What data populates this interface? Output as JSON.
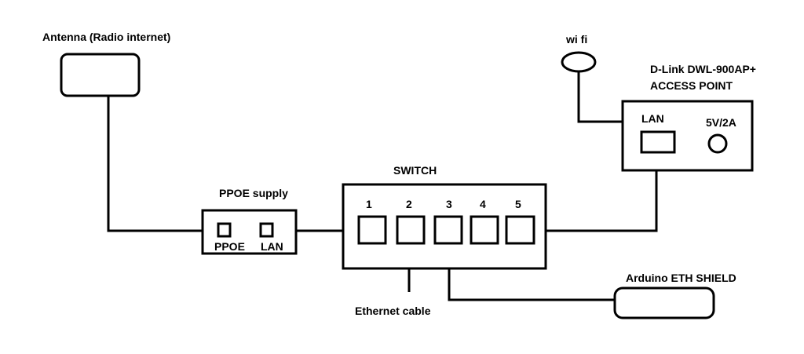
{
  "antenna": {
    "label": "Antenna (Radio internet)"
  },
  "ppoe_supply": {
    "title": "PPOE supply",
    "port_ppoe": "PPOE",
    "port_lan": "LAN"
  },
  "switch": {
    "title": "SWITCH",
    "ports": [
      "1",
      "2",
      "3",
      "4",
      "5"
    ]
  },
  "access_point": {
    "model": "D-Link DWL-900AP+",
    "title": "ACCESS POINT",
    "port_lan": "LAN",
    "power": "5V/2A"
  },
  "wifi": {
    "label": "wi fi"
  },
  "arduino": {
    "label": "Arduino ETH SHIELD"
  },
  "cable": {
    "label": "Ethernet cable"
  },
  "colors": {
    "stroke": "#000000",
    "background": "#ffffff"
  }
}
